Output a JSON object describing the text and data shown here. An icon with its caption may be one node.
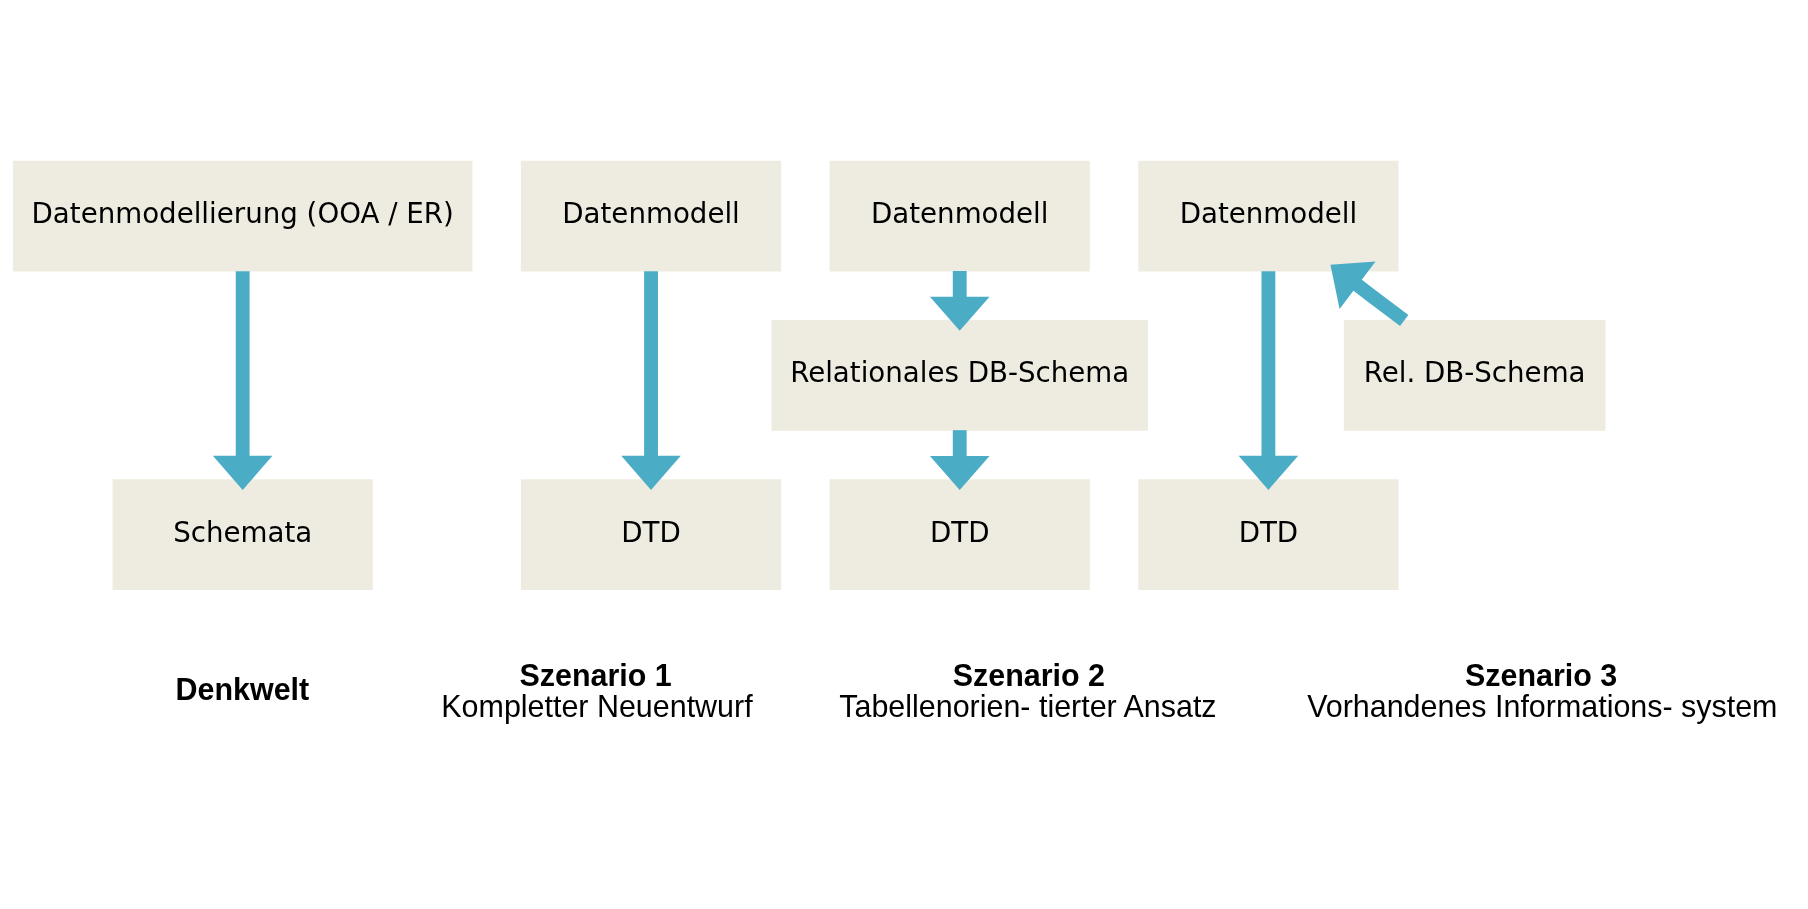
{
  "diagram": {
    "nodes": [
      {
        "text": [
          "Datenmodellierung (OOA / ER)"
        ]
      },
      {
        "text": [
          "Schemata"
        ]
      },
      {
        "text": [
          "Datenmodell"
        ]
      },
      {
        "text": [
          "DTD"
        ]
      },
      {
        "text": [
          "Datenmodell"
        ]
      },
      {
        "text": [
          "Relationales DB-Schema"
        ]
      },
      {
        "text": [
          "DTD"
        ]
      },
      {
        "text": [
          "Datenmodell"
        ]
      },
      {
        "text": [
          "Rel. DB-Schema"
        ]
      },
      {
        "text": [
          "DTD"
        ]
      }
    ],
    "edges": [
      {
        "from": 0,
        "to": 1,
        "arrow": "to"
      },
      {
        "from": 2,
        "to": 3,
        "arrow": "to"
      },
      {
        "from": 4,
        "to": 5,
        "arrow": "to"
      },
      {
        "from": 5,
        "to": 6,
        "arrow": "to"
      },
      {
        "from": 8,
        "to": 7,
        "arrow": "to"
      },
      {
        "from": 7,
        "to": 9,
        "arrow": "to"
      }
    ],
    "labels": [
      "Denkwelt",
      "Szenario 1",
      "Kompletter Neuentwurf",
      "Szenario 2",
      "Tabellenorien- tierter Ansatz",
      "Szenario 3",
      "Vorhandenes Informations- system"
    ]
  }
}
